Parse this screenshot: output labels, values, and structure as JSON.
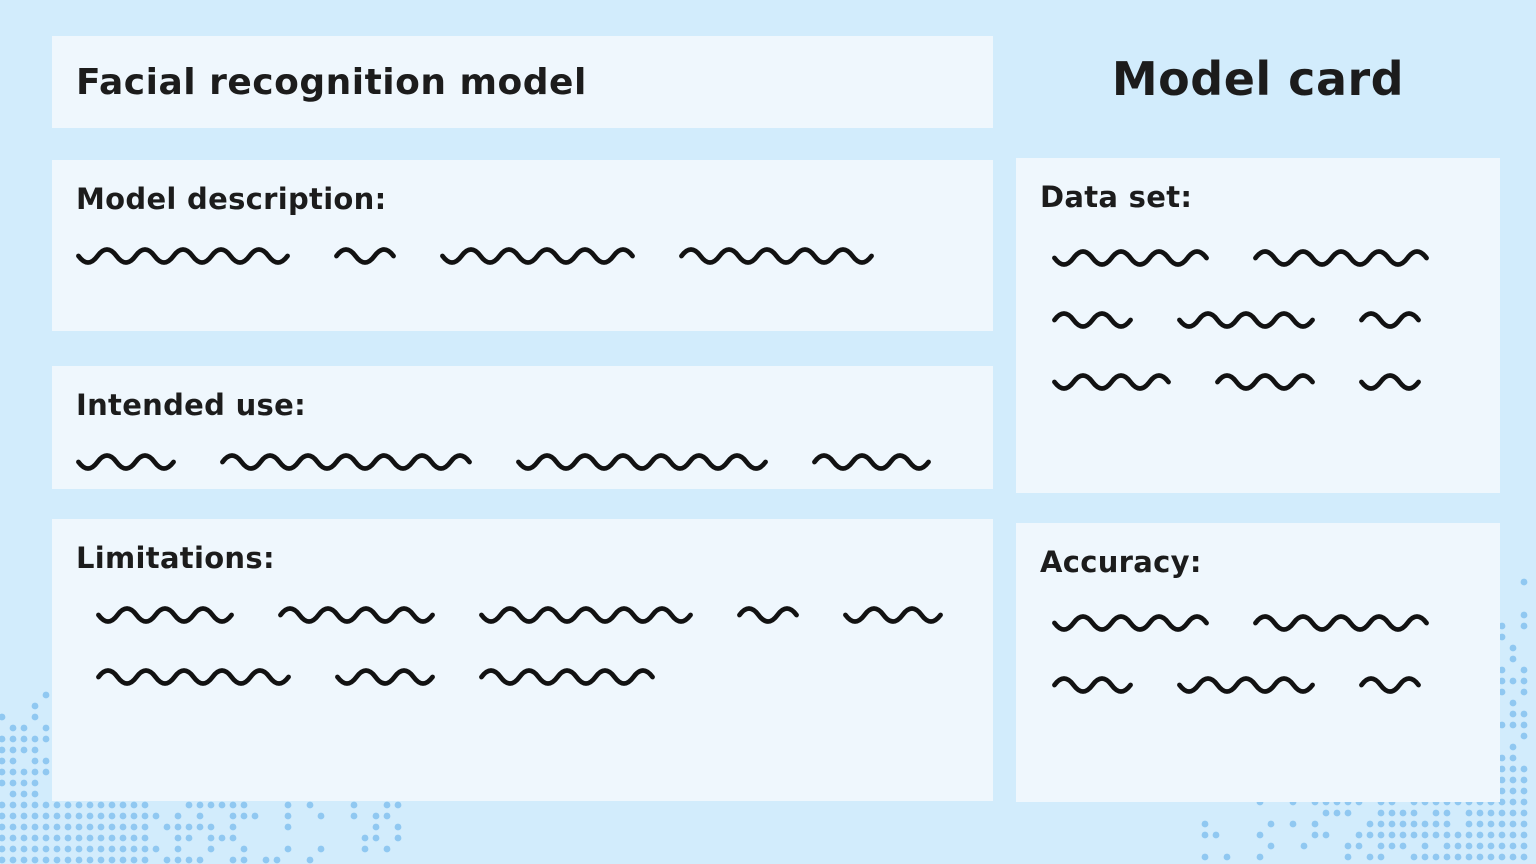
{
  "header": {
    "model_name": "Facial recognition model",
    "card_title": "Model card"
  },
  "panels": {
    "model_description": {
      "label": "Model description:",
      "redacted_line_widths": [
        [
          222,
          68,
          202,
          200
        ]
      ]
    },
    "intended_use": {
      "label": "Intended use:",
      "redacted_line_widths": [
        [
          96,
          256,
          260,
          116
        ]
      ]
    },
    "limitations": {
      "label": "Limitations:",
      "redacted_line_widths": [
        [
          138,
          154,
          220,
          66,
          94
        ],
        [
          202,
          108,
          180
        ]
      ]
    },
    "data_set": {
      "label": "Data set:",
      "redacted_line_widths": [
        [
          156,
          182
        ],
        [
          90,
          132,
          64
        ],
        [
          110,
          104,
          64
        ]
      ]
    },
    "accuracy": {
      "label": "Accuracy:",
      "redacted_line_widths": [
        [
          156,
          182
        ],
        [
          90,
          132,
          64
        ]
      ]
    }
  },
  "colors": {
    "background": "#d2ecfc",
    "panel": "#eff7fd",
    "text": "#1c1c1c",
    "squiggle": "#121212",
    "dots": "#90c8f1"
  }
}
